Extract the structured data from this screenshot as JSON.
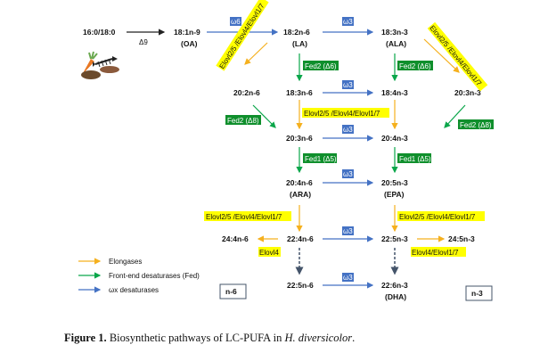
{
  "colors": {
    "elongase": "#f5b01e",
    "fed": "#0aa64a",
    "fed_bg": "#0f8f2c",
    "omega": "#4472c4",
    "omega_bg": "#4472c4",
    "highlight": "#ffff00",
    "dashed": "#44546a"
  },
  "nodes": {
    "palm_stear": "16:0/18:0",
    "oa": "18:1n-9",
    "oa_abbr": "(OA)",
    "la": "18:2n-6",
    "la_abbr": "(LA)",
    "ala": "18:3n-3",
    "ala_abbr": "(ALA)",
    "n6_20_2": "20:2n-6",
    "n6_18_3": "18:3n-6",
    "n3_18_4": "18:4n-3",
    "n3_20_3": "20:3n-3",
    "n6_20_3": "20:3n-6",
    "n3_20_4": "20:4n-3",
    "ara": "20:4n-6",
    "ara_abbr": "(ARA)",
    "epa": "20:5n-3",
    "epa_abbr": "(EPA)",
    "n6_24_4": "24:4n-6",
    "n6_22_4": "22:4n-6",
    "n3_22_5": "22:5n-3",
    "n3_24_5": "24:5n-3",
    "n6_22_5": "22:5n-6",
    "dha": "22:6n-3",
    "dha_abbr": "(DHA)"
  },
  "enzymes": {
    "delta9": "Δ9",
    "omega6": "ω6",
    "omega3": "ω3",
    "elovl_diag": "Elovl2/5 /Elovl4/Elovl1/7",
    "elovl_mid": "Elovl2/5 /Elovl4/Elovl1/7",
    "fed2_d6": "Fed2 (Δ6)",
    "fed2_d8": "Fed2 (Δ8)",
    "fed1_d5": "Fed1 (Δ5)",
    "elovl4": "Elovl4",
    "elovl4_1_7": "Elovl4/Elovl1/7"
  },
  "legend": {
    "elongases": "Elongases",
    "fed": "Front-end desaturases (Fed)",
    "omega": "ωx desaturases"
  },
  "series_boxes": {
    "n6": "n-6",
    "n3": "n-3"
  },
  "caption": {
    "label": "Figure 1.",
    "text_before": " Biosynthetic pathways of LC-PUFA in ",
    "species": "H. diversicolor",
    "text_after": "."
  }
}
